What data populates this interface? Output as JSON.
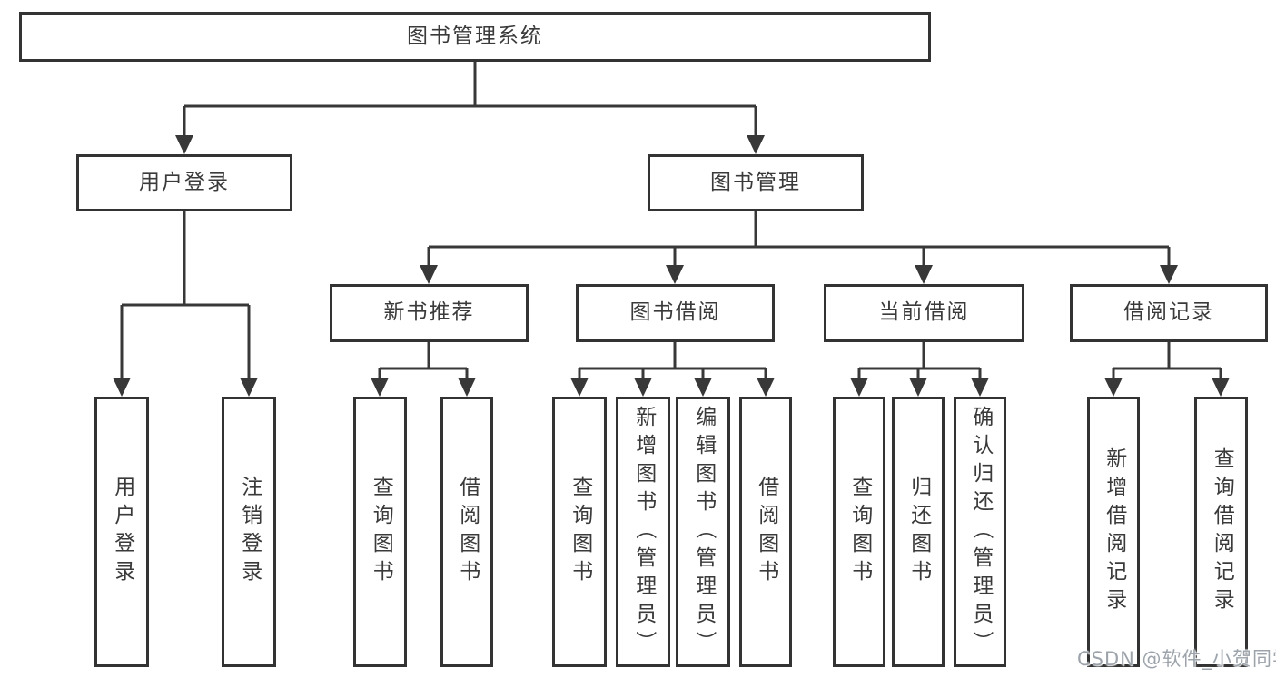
{
  "diagram": {
    "root": {
      "label": "图书管理系统"
    },
    "level2": [
      {
        "label": "用户登录"
      },
      {
        "label": "图书管理"
      }
    ],
    "level3": [
      {
        "label": "新书推荐",
        "parent": "图书管理"
      },
      {
        "label": "图书借阅",
        "parent": "图书管理"
      },
      {
        "label": "当前借阅",
        "parent": "图书管理"
      },
      {
        "label": "借阅记录",
        "parent": "图书管理"
      }
    ],
    "leaves": [
      {
        "label": "用户登录",
        "parent": "用户登录"
      },
      {
        "label": "注销登录",
        "parent": "用户登录"
      },
      {
        "label": "查询图书",
        "parent": "新书推荐"
      },
      {
        "label": "借阅图书",
        "parent": "新书推荐"
      },
      {
        "label": "查询图书",
        "parent": "图书借阅"
      },
      {
        "label": "新增图书（管理员）",
        "parent": "图书借阅"
      },
      {
        "label": "编辑图书（管理员）",
        "parent": "图书借阅"
      },
      {
        "label": "借阅图书",
        "parent": "图书借阅"
      },
      {
        "label": "查询图书",
        "parent": "当前借阅"
      },
      {
        "label": "归还图书",
        "parent": "当前借阅"
      },
      {
        "label": "确认归还（管理员）",
        "parent": "当前借阅"
      },
      {
        "label": "新增借阅记录",
        "parent": "借阅记录"
      },
      {
        "label": "查询借阅记录",
        "parent": "借阅记录"
      }
    ]
  },
  "watermark": {
    "text": "CSDN @软件_小贺同学"
  },
  "colors": {
    "line": "#383838",
    "box_border": "#333333",
    "text": "#3a3a3a",
    "background": "#ffffff",
    "watermark": "#9ca3ab"
  }
}
